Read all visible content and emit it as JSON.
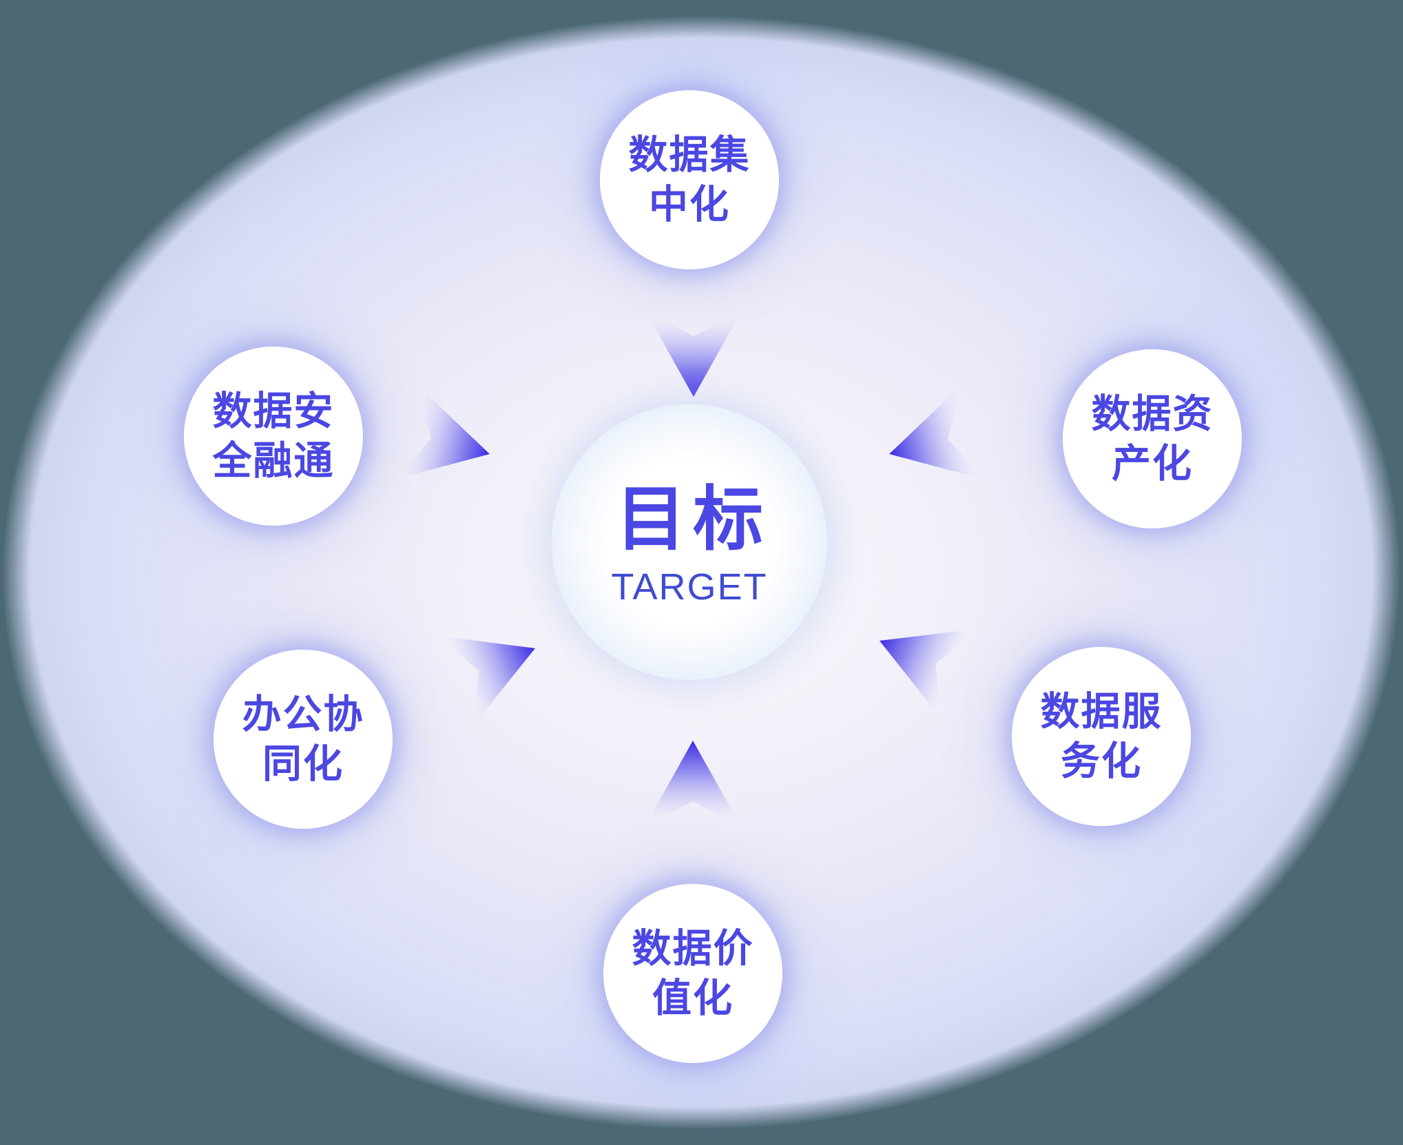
{
  "diagram": {
    "center": {
      "title": "目标",
      "subtitle": "TARGET"
    },
    "satellites": [
      {
        "name": "data-centralization",
        "label": "数据集中化",
        "line1": "数据集",
        "line2": "中化"
      },
      {
        "name": "data-assetization",
        "label": "数据资产化",
        "line1": "数据资",
        "line2": "产化"
      },
      {
        "name": "data-servicization",
        "label": "数据服务化",
        "line1": "数据服",
        "line2": "务化"
      },
      {
        "name": "data-valorization",
        "label": "数据价值化",
        "line1": "数据价",
        "line2": "值化"
      },
      {
        "name": "office-collaboration",
        "label": "办公协同化",
        "line1": "办公协",
        "line2": "同化"
      },
      {
        "name": "data-security-integration",
        "label": "数据安全融通",
        "line1": "数据安",
        "line2": "全融通"
      }
    ],
    "arrows": [
      {
        "name": "arrow-from-top-icon"
      },
      {
        "name": "arrow-from-top-right-icon"
      },
      {
        "name": "arrow-from-bottom-right-icon"
      },
      {
        "name": "arrow-from-bottom-icon"
      },
      {
        "name": "arrow-from-bottom-left-icon"
      },
      {
        "name": "arrow-from-top-left-icon"
      }
    ],
    "colors": {
      "canvas_background": "#4c6873",
      "ellipse_center": "#f7f5fb",
      "ellipse_edge": "#d6dbf8",
      "node_fill": "#ffffff",
      "node_glow": "#9a9eeb",
      "text_indigo": "#4b47e2",
      "target_text": "#3f4bd1",
      "arrow_tip": "#3a2ae3",
      "center_circle_edge": "#cfdff7"
    }
  }
}
